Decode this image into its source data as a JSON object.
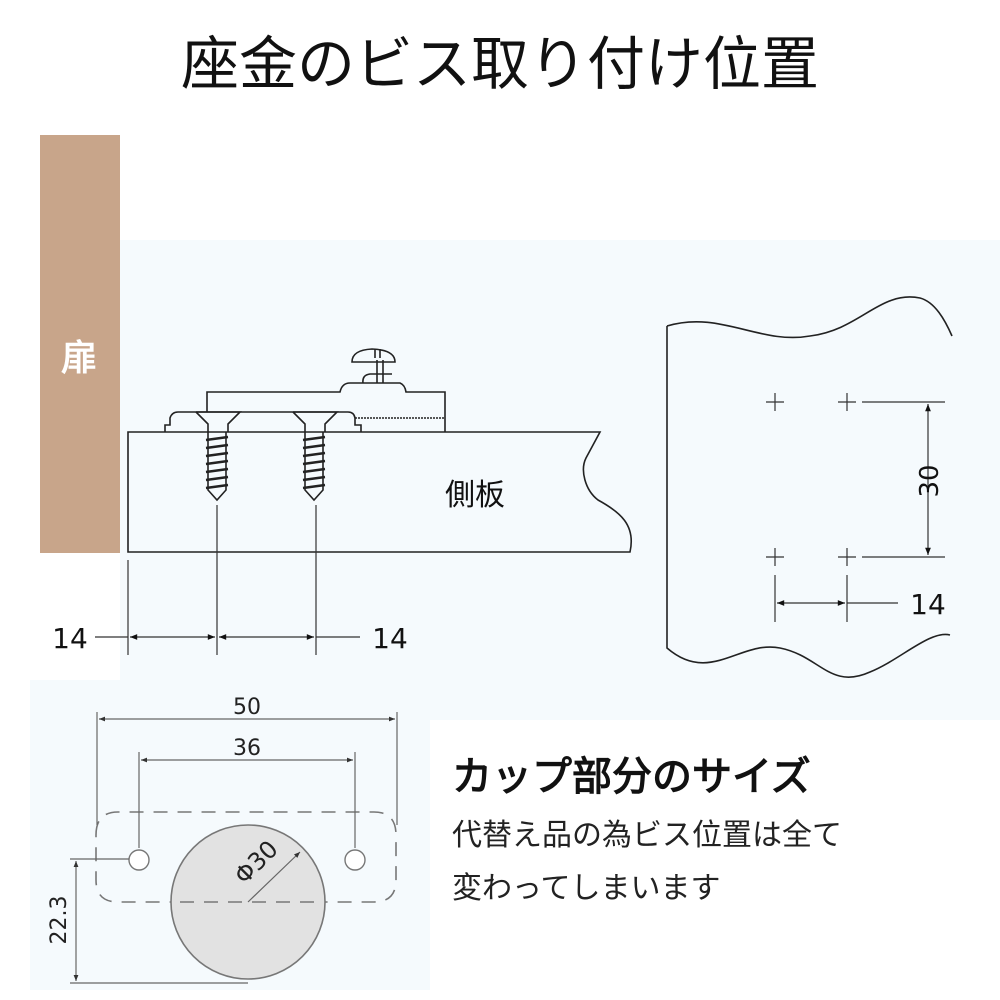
{
  "title": "座金のビス取り付け位置",
  "labels": {
    "door": "扉",
    "side_panel": "側板"
  },
  "dimensions": {
    "left_offset": "14",
    "screw_spacing": "14",
    "vertical_spacing": "30",
    "right_horizontal": "14",
    "width_50": "50",
    "width_36": "36",
    "diameter": "Φ30",
    "height": "22.3"
  },
  "note": {
    "heading": "カップ部分のサイズ",
    "line1": "代替え品の為ビス位置は全て",
    "line2": "変わってしまいます"
  },
  "colors": {
    "door": "#c8a58a",
    "background": "#f5fafd",
    "cup": "#e2e2e2"
  }
}
